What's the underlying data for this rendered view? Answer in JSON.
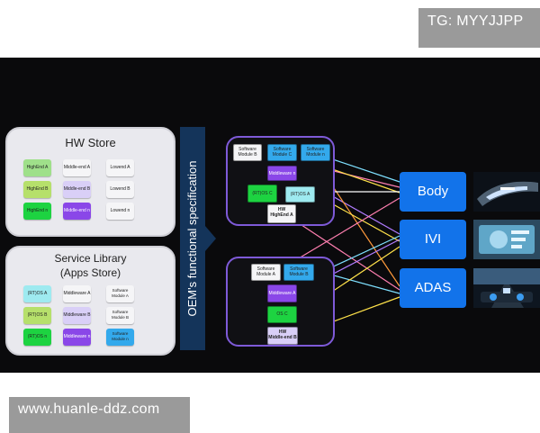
{
  "watermarks": {
    "top_right": "TG: MYYJJPP",
    "bottom_left": "www.huanle-ddz.com"
  },
  "hw_store": {
    "title": "HW Store",
    "chips": [
      "HighEnd A",
      "Middle-end A",
      "Lowend A",
      "HighEnd B",
      "Middle-end B",
      "Lowend B",
      "HighEnd n",
      "Middle-end n",
      "Lowend n"
    ],
    "colors": [
      "olive-green",
      "light",
      "light",
      "olive",
      "lavender",
      "light",
      "green",
      "purple",
      "light"
    ]
  },
  "service_library": {
    "title_line1": "Service Library",
    "title_line2": "(Apps Store)",
    "chips": [
      "(RT)OS A",
      "Middleware A",
      "Software Module A",
      "(RT)OS B",
      "Middleware B",
      "Software Module B",
      "(RT)OS n",
      "Middleware n",
      "Software Module n"
    ]
  },
  "spec_label": "OEM's functional specification",
  "ecu_top": {
    "software_b": "Software Module B",
    "software_c": "Software Module C",
    "software_n": "Software Module n",
    "middleware_n": "Middleware n",
    "rtos_c": "(RT)OS C",
    "rtos_a": "(RT)OS A",
    "hw_line1": "HW",
    "hw_line2": "HighEnd A"
  },
  "ecu_bottom": {
    "software_a": "Software Module A",
    "software_b": "Software Module B",
    "middleware_a": "Middleware A",
    "os_c": "OS C",
    "hw_line1": "HW",
    "hw_line2": "Middle-end B"
  },
  "domains": [
    "Body",
    "IVI",
    "ADAS"
  ],
  "connector_colors": [
    "#ff7fb0",
    "#ffe24a",
    "#7ee0ff",
    "#b07cff",
    "#ffffff",
    "#ff9a3c"
  ],
  "icons": {
    "spec_arrow": "right-arrow-icon",
    "thumb_body": "car-headlight-icon",
    "thumb_ivi": "infotainment-display-icon",
    "thumb_adas": "driver-assist-road-icon"
  }
}
